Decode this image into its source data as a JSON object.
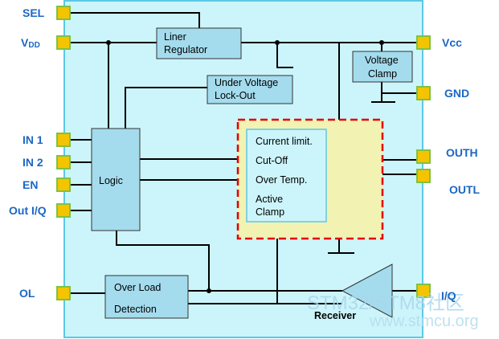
{
  "pins_left": {
    "sel": "SEL",
    "vdd_main": "V",
    "vdd_sub": "DD",
    "in1": "IN 1",
    "in2": "IN 2",
    "en": "EN",
    "outiq": "Out I/Q",
    "ol": "OL"
  },
  "pins_right": {
    "vcc": "Vcc",
    "gnd": "GND",
    "outh": "OUTH",
    "outl": "OUTL",
    "iq": "I/Q"
  },
  "blocks": {
    "regulator": [
      "Liner",
      "Regulator"
    ],
    "uvlo": [
      "Under Voltage",
      "Lock-Out"
    ],
    "clamp": [
      "Voltage",
      "Clamp"
    ],
    "logic": "Logic",
    "protection": [
      "Current  limit.",
      "Cut-Off",
      "Over Temp.",
      "Active",
      "Clamp"
    ],
    "overload": [
      "Over Load",
      "Detection"
    ],
    "receiver": "Receiver"
  },
  "watermark": {
    "line1": "STM32/STM8社区",
    "line2": "www.stmcu.org"
  },
  "colors": {
    "chip_fill": "#ccf5fb",
    "chip_border": "#5cc8e6",
    "block_fill": "#a4dcee",
    "pin_fill": "#f5c400",
    "protection_fill": "#f2f2b3",
    "protection_border": "#e30000",
    "pin_label": "#1c67c4"
  }
}
